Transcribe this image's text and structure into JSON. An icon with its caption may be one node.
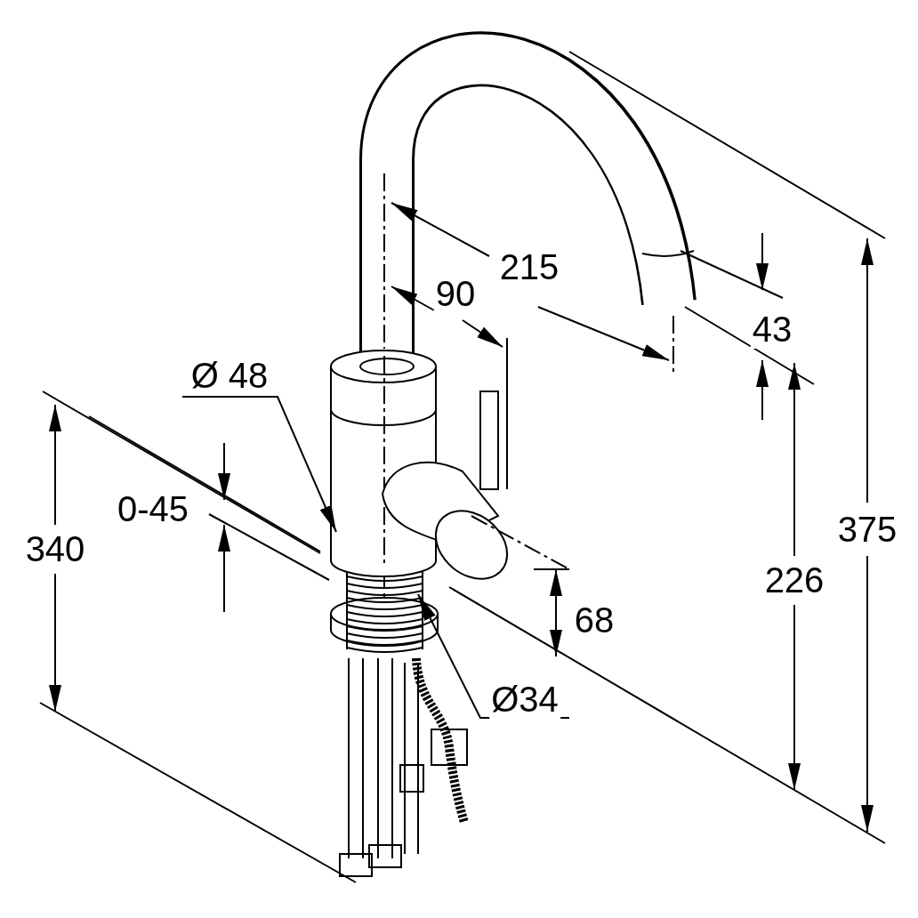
{
  "diagram": {
    "nodes": [
      {
        "text": [
          "Ø 48"
        ]
      },
      {
        "text": [],
        "shape": "picture"
      },
      {
        "text": [
          "Ø34"
        ]
      },
      {
        "text": [],
        "shape": "picture"
      }
    ],
    "edges": [
      {
        "from": 0,
        "to": 1,
        "arrow": "to"
      },
      {
        "from": 2,
        "to": 3,
        "arrow": "to"
      }
    ],
    "labels": [
      "215",
      "90",
      "43",
      "375",
      "0-45",
      "340",
      "226",
      "68"
    ]
  }
}
